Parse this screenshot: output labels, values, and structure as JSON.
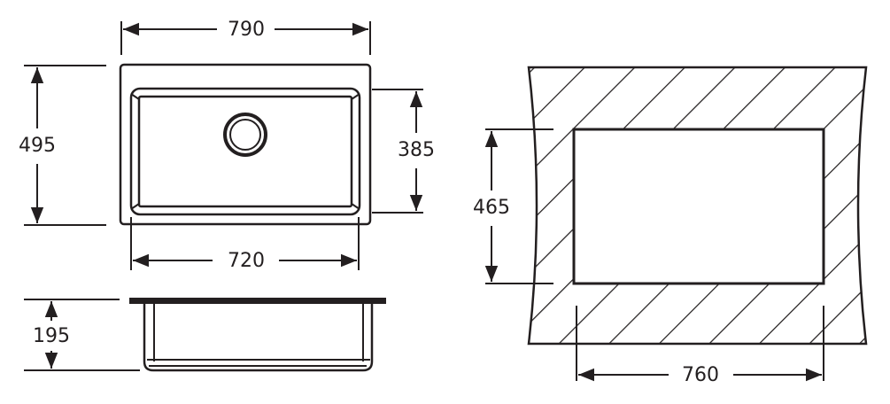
{
  "title": "Sink dimension drawing",
  "dimensions": {
    "overall_width": "790",
    "overall_depth": "495",
    "bowl_depth": "385",
    "bowl_width": "720",
    "height": "195",
    "cutout_depth": "465",
    "cutout_width": "760"
  },
  "colors": {
    "line": "#231f20",
    "background": "#ffffff"
  }
}
